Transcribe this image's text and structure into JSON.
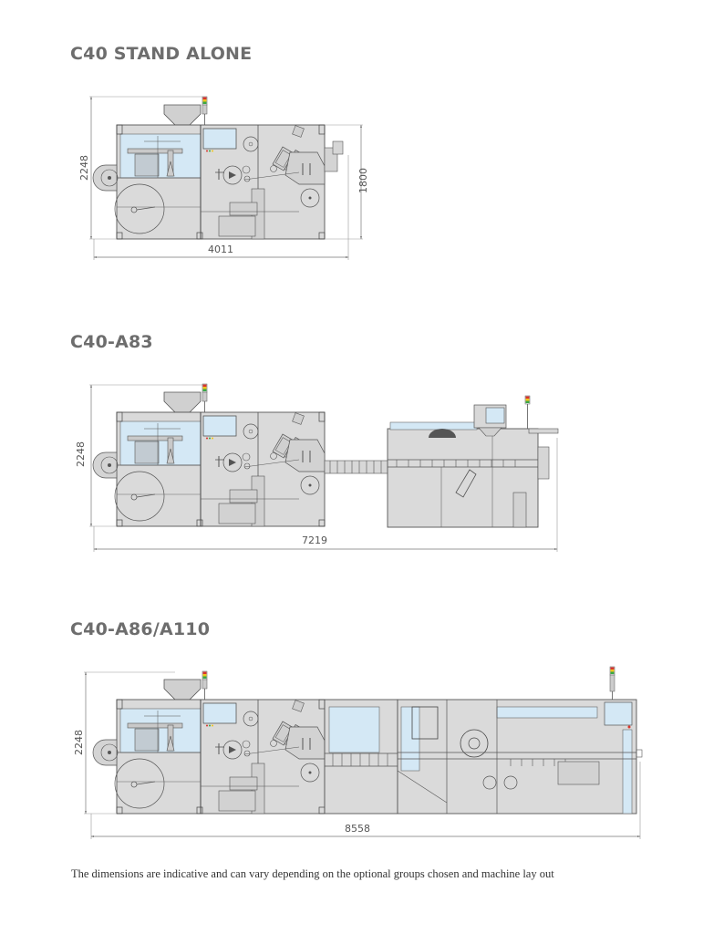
{
  "sections": [
    {
      "title": "C40 STAND ALONE",
      "dimensions": {
        "height_total": "2248",
        "height_machine": "1800",
        "length": "4011"
      }
    },
    {
      "title": "C40-A83",
      "dimensions": {
        "height_total": "2248",
        "length": "7219"
      }
    },
    {
      "title": "C40-A86/A110",
      "dimensions": {
        "height_total": "2248",
        "length": "8558"
      }
    }
  ],
  "footnote": "The dimensions are indicative and can vary depending  on the optional groups chosen and machine lay out",
  "colors": {
    "title": "#6d6d6d",
    "machine_body": "#d9d9d9",
    "machine_line": "#4a4a4a",
    "glass_panel": "#d4e8f5",
    "dimension_line": "#888888",
    "signal_red": "#d9342b",
    "signal_yellow": "#f0c419",
    "signal_green": "#3aa845"
  }
}
